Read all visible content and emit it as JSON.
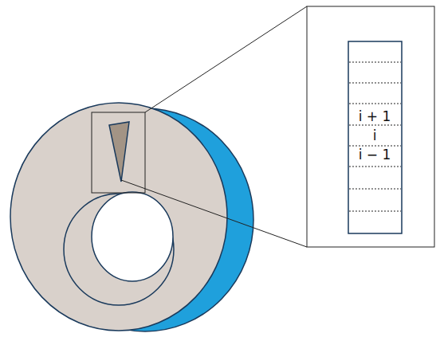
{
  "diagram": {
    "labels": [
      "i + 1",
      "i",
      "i − 1"
    ]
  }
}
